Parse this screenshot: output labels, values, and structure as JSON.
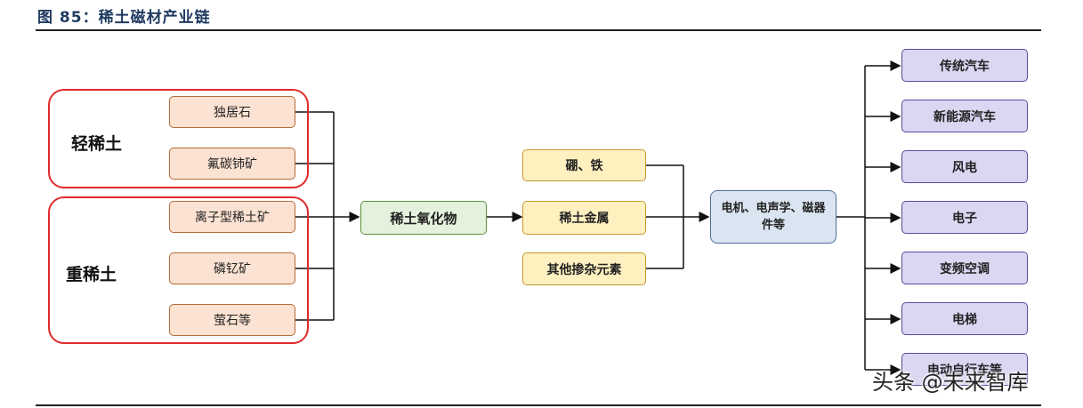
{
  "title": "图 85：稀土磁材产业链",
  "groups": {
    "light": "轻稀土",
    "heavy": "重稀土"
  },
  "ores": [
    "独居石",
    "氟碳铈矿",
    "离子型稀土矿",
    "磷钇矿",
    "萤石等"
  ],
  "oxide": "稀土氧化物",
  "materials": [
    "硼、铁",
    "稀土金属",
    "其他掺杂元素"
  ],
  "components": "电机、电声学、磁器件等",
  "applications": [
    "传统汽车",
    "新能源汽车",
    "风电",
    "电子",
    "变频空调",
    "电梯",
    "电动自行车等"
  ],
  "watermark": "头条 @未来智库"
}
